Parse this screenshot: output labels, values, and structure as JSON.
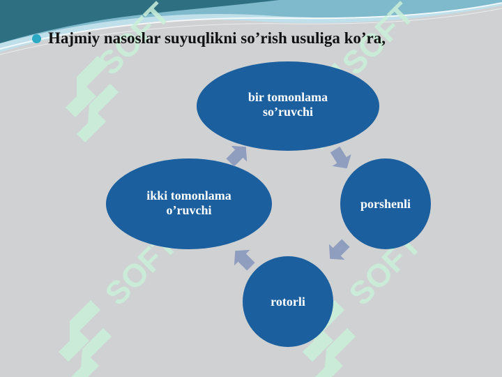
{
  "slide": {
    "title": "Hajmiy nasoslar suyuqlikni so’rish usuliga ko’ra,"
  },
  "diagram": {
    "nodes": [
      {
        "id": "one-sided",
        "lines": [
          "bir tomonlama",
          "so’ruvchi"
        ]
      },
      {
        "id": "piston",
        "lines": [
          "porshenli"
        ]
      },
      {
        "id": "rotary",
        "lines": [
          "rotorli"
        ]
      },
      {
        "id": "two-sided",
        "lines": [
          "ikki tomonlama",
          "o’ruvchi"
        ]
      }
    ]
  },
  "watermark": {
    "text": "SOFT"
  },
  "colors": {
    "background": "#cfd1d3",
    "node_fill": "#1b5f9f",
    "arrow": "#8f9ebf",
    "banner_dark": "#2f6f82",
    "banner_light": "#bfe0ea",
    "bullet": "#2aa8c4",
    "watermark": "#c9f0d9"
  }
}
